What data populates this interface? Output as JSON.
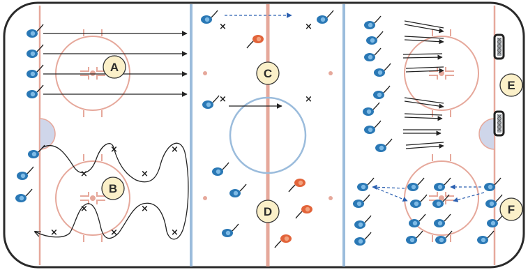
{
  "colors": {
    "board": "#2a2a2a",
    "red_line": "#e6a89b",
    "blue_line": "#9bbcdc",
    "center_circle": "#9bbcdc",
    "crease": "#cfd6ea",
    "label_fill": "#fbf0c9",
    "blue_player": "#2a78b5",
    "orange_player": "#e2643a",
    "arrow_dashed": "#2a5fb0",
    "arrow_solid": "#222222"
  },
  "zones": {
    "A": "A",
    "B": "B",
    "C": "C",
    "D": "D",
    "E": "E",
    "F": "F"
  },
  "marks": {
    "x": "×"
  },
  "icons": {
    "player_blue": "hockey-player-blue-icon",
    "player_orange": "hockey-player-orange-icon",
    "net": "hockey-net-icon",
    "cone": "pylon-x-icon"
  }
}
